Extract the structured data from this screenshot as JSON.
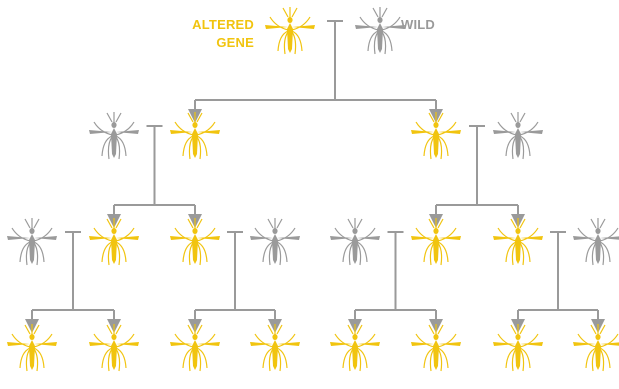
{
  "legend": {
    "altered_line1": "ALTERED",
    "altered_line2": "GENE",
    "wild": "WILD"
  },
  "colors": {
    "altered": "#F1C40F",
    "wild": "#9A9A9A",
    "connector": "#9A9A9A"
  },
  "generations": [
    {
      "name": "parents",
      "mosquitoes": [
        "altered",
        "wild"
      ]
    },
    {
      "name": "generation-1",
      "mosquitoes": [
        "altered",
        "altered"
      ]
    },
    {
      "name": "generation-1-pairs",
      "mosquitoes": [
        "wild",
        "altered",
        "altered",
        "wild"
      ]
    },
    {
      "name": "generation-2",
      "mosquitoes": [
        "altered",
        "altered",
        "altered",
        "altered"
      ]
    },
    {
      "name": "generation-2-pairs",
      "mosquitoes": [
        "wild",
        "altered",
        "altered",
        "wild",
        "wild",
        "altered",
        "altered",
        "wild"
      ]
    },
    {
      "name": "generation-3",
      "mosquitoes": [
        "altered",
        "altered",
        "altered",
        "altered",
        "altered",
        "altered",
        "altered",
        "altered"
      ]
    }
  ]
}
